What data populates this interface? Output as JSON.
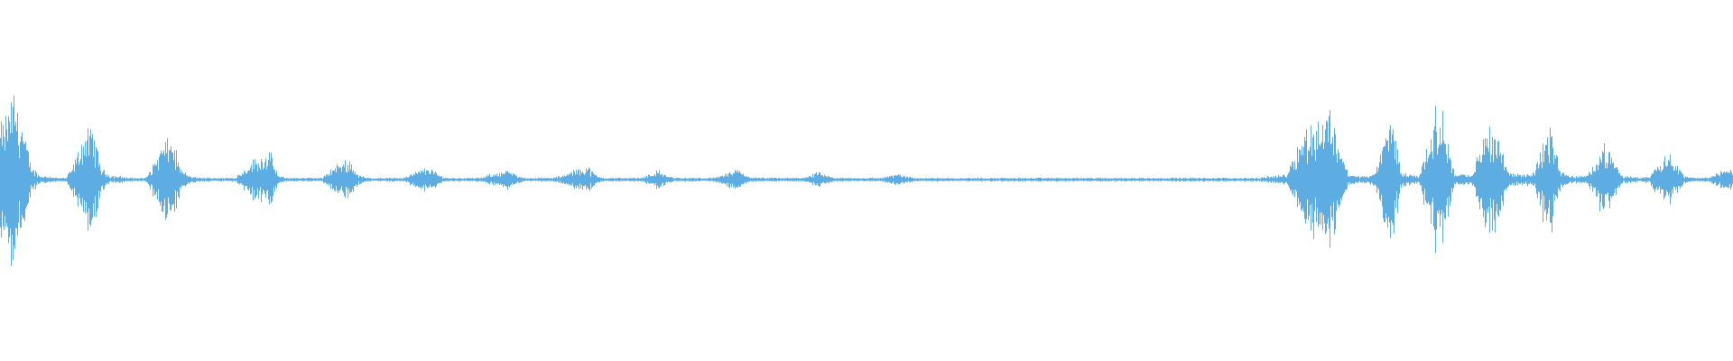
{
  "chart_data": {
    "type": "waveform",
    "title": "",
    "xlabel": "",
    "ylabel": "",
    "axes_visible": false,
    "grid": false,
    "ylim": [
      -1,
      1
    ],
    "color": "#5DADE2",
    "background": "#FFFFFF",
    "envelope_peak_amplitude": [
      0.3,
      0.48,
      0.3,
      0.08,
      0.02,
      0.02,
      0.01,
      0.01,
      0.1,
      0.24,
      0.27,
      0.06,
      0.02,
      0.02,
      0.01,
      0.01,
      0.01,
      0.1,
      0.2,
      0.22,
      0.05,
      0.02,
      0.01,
      0.01,
      0.01,
      0.01,
      0.01,
      0.05,
      0.1,
      0.12,
      0.15,
      0.02,
      0.01,
      0.01,
      0.01,
      0.01,
      0.01,
      0.06,
      0.09,
      0.11,
      0.03,
      0.01,
      0.01,
      0.01,
      0.01,
      0.01,
      0.03,
      0.05,
      0.07,
      0.03,
      0.01,
      0.01,
      0.01,
      0.01,
      0.01,
      0.03,
      0.04,
      0.05,
      0.02,
      0.01,
      0.01,
      0.01,
      0.01,
      0.02,
      0.04,
      0.06,
      0.07,
      0.02,
      0.01,
      0.01,
      0.01,
      0.01,
      0.01,
      0.03,
      0.05,
      0.02,
      0.01,
      0.01,
      0.01,
      0.01,
      0.01,
      0.02,
      0.04,
      0.05,
      0.02,
      0.01,
      0.01,
      0.01,
      0.01,
      0.01,
      0.01,
      0.02,
      0.04,
      0.02,
      0.01,
      0.01,
      0.01,
      0.01,
      0.01,
      0.01,
      0.02,
      0.03,
      0.02,
      0.01,
      0.01,
      0.01,
      0.01,
      0.01,
      0.01,
      0.01,
      0.01,
      0.01,
      0.01,
      0.01,
      0.01,
      0.01,
      0.01,
      0.01,
      0.01,
      0.01,
      0.01,
      0.01,
      0.01,
      0.01,
      0.01,
      0.01,
      0.01,
      0.01,
      0.01,
      0.01,
      0.01,
      0.01,
      0.01,
      0.01,
      0.01,
      0.01,
      0.01,
      0.01,
      0.01,
      0.01,
      0.01,
      0.01,
      0.01,
      0.02,
      0.02,
      0.03,
      0.15,
      0.25,
      0.3,
      0.33,
      0.37,
      0.2,
      0.03,
      0.02,
      0.02,
      0.03,
      0.22,
      0.34,
      0.04,
      0.03,
      0.02,
      0.2,
      0.38,
      0.3,
      0.03,
      0.03,
      0.02,
      0.2,
      0.3,
      0.25,
      0.05,
      0.03,
      0.03,
      0.04,
      0.2,
      0.27,
      0.05,
      0.02,
      0.02,
      0.02,
      0.12,
      0.19,
      0.1,
      0.02,
      0.02,
      0.01,
      0.02,
      0.09,
      0.15,
      0.1,
      0.02,
      0.01,
      0.01,
      0.02,
      0.04,
      0.06
    ]
  }
}
